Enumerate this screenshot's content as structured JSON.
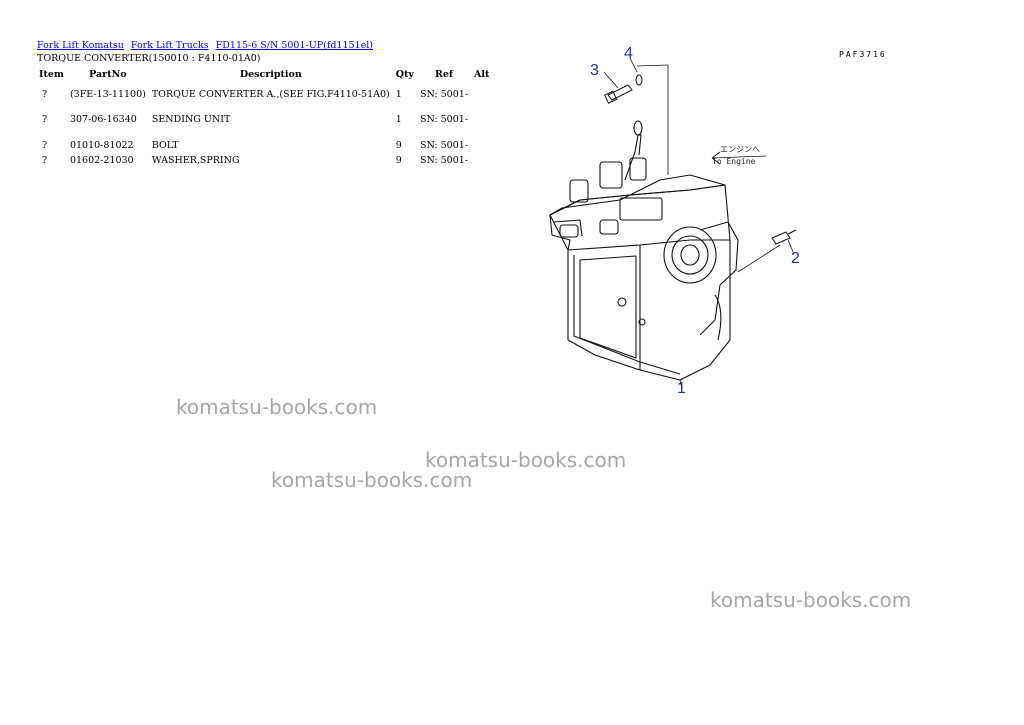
{
  "breadcrumb": {
    "links": [
      "Fork Lift Komatsu",
      "Fork Lift Trucks",
      "FD115-6 S/N 5001-UP(fd1151el)"
    ]
  },
  "page_title": "TORQUE CONVERTER(150010 : F4110-01A0)",
  "table": {
    "headers": [
      "Item",
      "PartNo",
      "Description",
      "Qty",
      "Ref",
      "Alt"
    ],
    "rows": [
      {
        "item": "?",
        "part_no": "(3FE-13-11100)",
        "description": "TORQUE CONVERTER A.,(SEE FIG.F4110-51A0)",
        "qty": "1",
        "ref": "SN: 5001-",
        "alt": ""
      },
      {
        "item": "?",
        "part_no": "307-06-16340",
        "description": "SENDING UNIT",
        "qty": "1",
        "ref": "SN: 5001-",
        "alt": ""
      },
      {
        "item": "?",
        "part_no": "01010-81022",
        "description": "BOLT",
        "qty": "9",
        "ref": "SN: 5001-",
        "alt": ""
      },
      {
        "item": "?",
        "part_no": "01602-21030",
        "description": "WASHER,SPRING",
        "qty": "9",
        "ref": "SN: 5001-",
        "alt": ""
      }
    ]
  },
  "figure": {
    "code": "PAF3716",
    "callouts": [
      "1",
      "2",
      "3",
      "4"
    ],
    "engine_label_jp": "エンジンへ",
    "engine_label_en": "To Engine"
  },
  "watermarks": [
    "komatsu-books.com",
    "komatsu-books.com",
    "komatsu-books.com",
    "komatsu-books.com"
  ],
  "colors": {
    "link": "#0000ee",
    "callout": "#1a35a8",
    "watermark": "#a6a6a6"
  }
}
